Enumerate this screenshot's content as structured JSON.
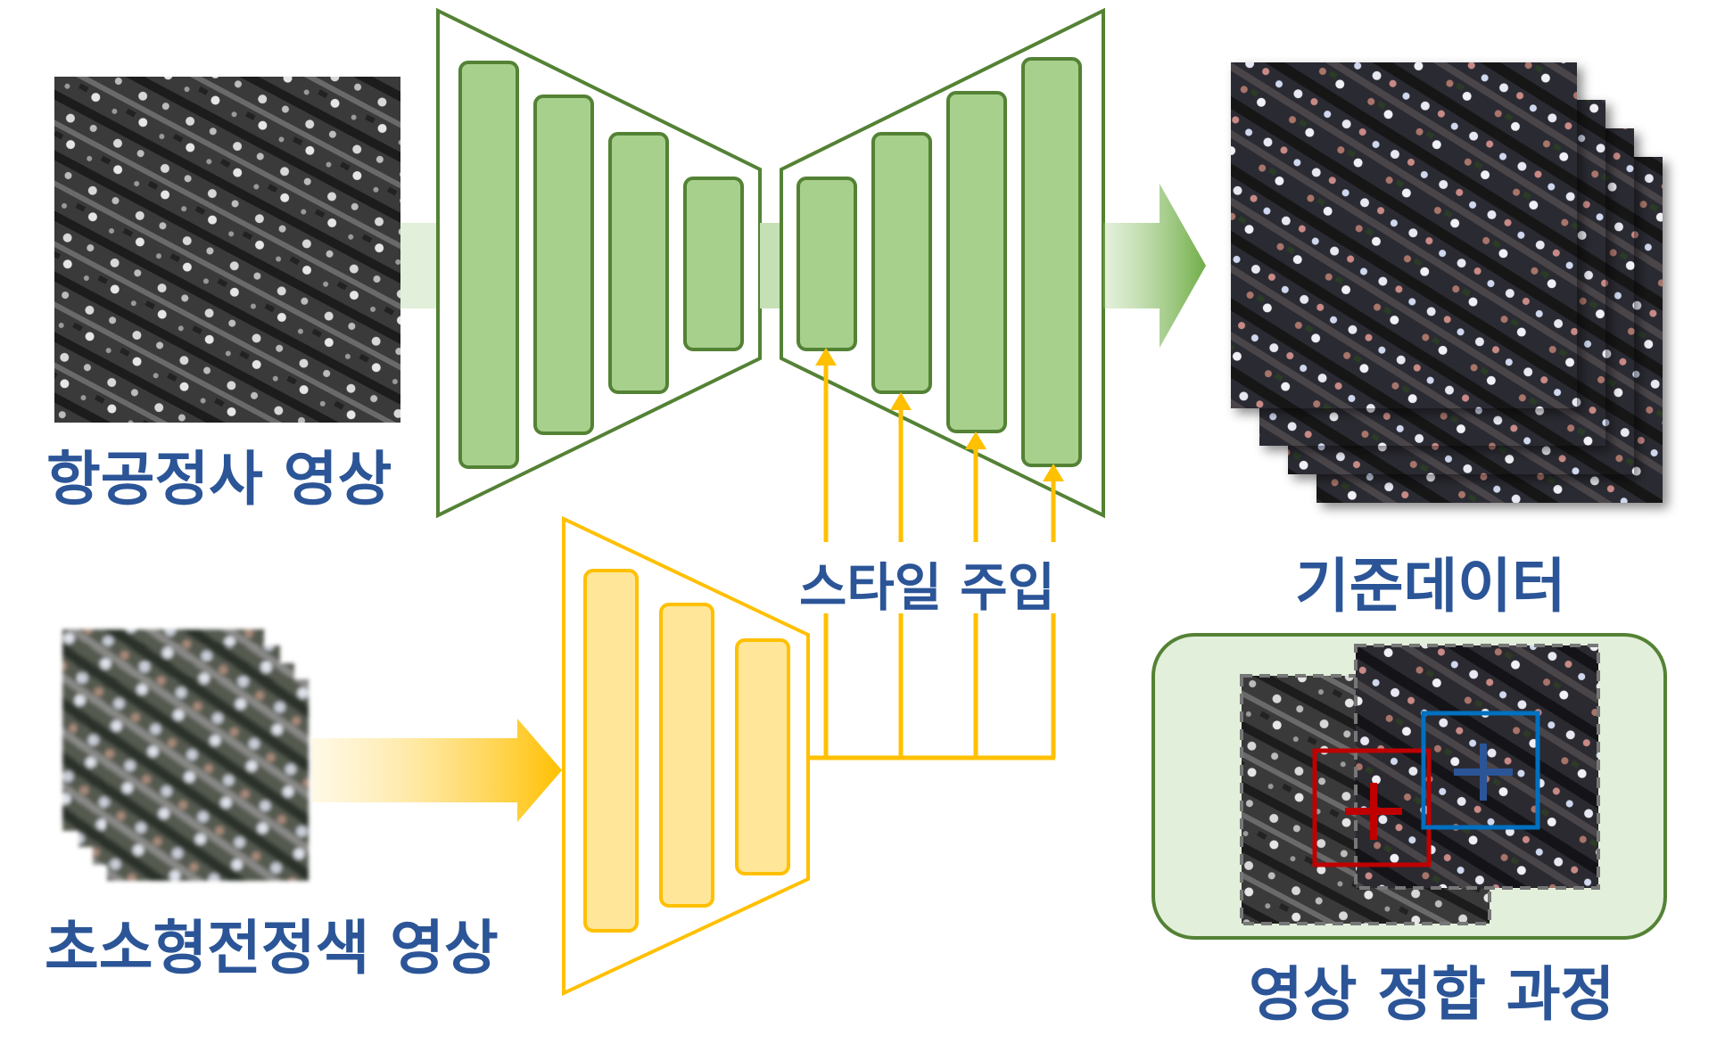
{
  "labels": {
    "aerial": "항공정사 영상",
    "cubesat": "초소형전정색 영상",
    "style_injection": "스타일 주입",
    "reference": "기준데이터",
    "registration": "영상 정합 과정"
  },
  "colors": {
    "label_text": "#2b5597",
    "unet_fill": "#a8d08d",
    "unet_stroke": "#548235",
    "style_fill": "#ffe699",
    "style_stroke": "#ffc000",
    "registration_bg": "#e2efda",
    "marker_red": "#c00000",
    "marker_blue": "#0070c0"
  },
  "icons": {
    "flow_arrow": "arrow-right-icon",
    "marker": "crosshair-icon"
  }
}
